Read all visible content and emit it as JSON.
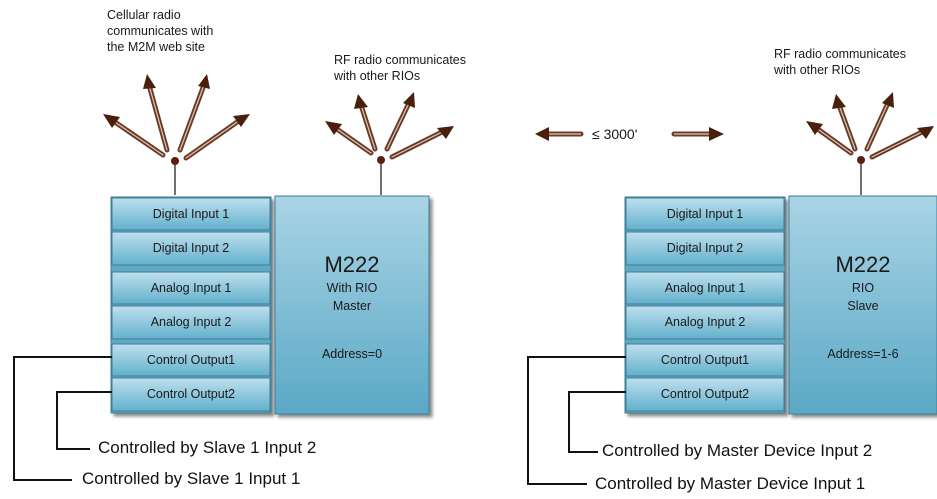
{
  "captions": {
    "cellular": [
      "Cellular radio",
      "communicates with",
      "the M2M web site"
    ],
    "rf_master": [
      "RF radio communicates",
      "with other RIOs"
    ],
    "rf_slave": [
      "RF radio communicates",
      "with other RIOs"
    ],
    "distance": "≤ 3000'"
  },
  "master": {
    "io_labels": [
      "Digital Input 1",
      "Digital Input 2",
      "Analog Input 1",
      "Analog Input 2",
      "Control Output1",
      "Control Output2"
    ],
    "title": "M222",
    "line1": "With RIO",
    "line2": "Master",
    "address": "Address=0",
    "wire_labels": [
      "Controlled by Slave 1 Input 2",
      "Controlled by Slave 1 Input 1"
    ]
  },
  "slave": {
    "io_labels": [
      "Digital Input 1",
      "Digital Input 2",
      "Analog Input 1",
      "Analog Input 2",
      "Control Output1",
      "Control Output2"
    ],
    "title": "M222",
    "line1": "RIO",
    "line2": "Slave",
    "address": "Address=1-6",
    "wire_labels": [
      "Controlled by Master Device Input 2",
      "Controlled by Master Device Input 1"
    ]
  },
  "colors": {
    "block_top": "#b9dcea",
    "block_bottom": "#5aaac6",
    "block_border": "#3f7f98",
    "arrow": "#5a2a12",
    "line": "#111111"
  }
}
